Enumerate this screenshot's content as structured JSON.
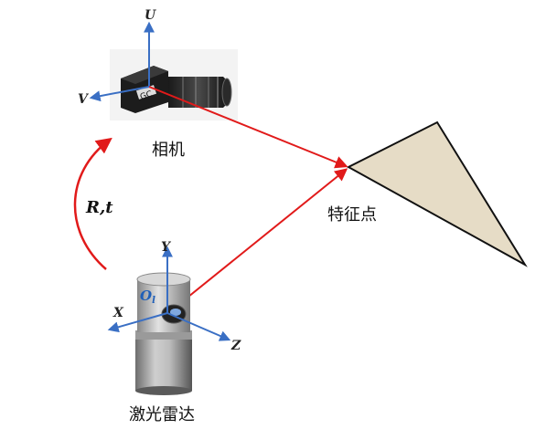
{
  "camera": {
    "label": "相机",
    "axes": {
      "u": "U",
      "v": "V"
    }
  },
  "lidar": {
    "label": "激光雷达",
    "origin": "O",
    "origin_sub": "l",
    "axes": {
      "x": "X",
      "y": "Y",
      "z": "Z"
    }
  },
  "transform": {
    "label": "R,t"
  },
  "feature": {
    "label": "特征点"
  },
  "colors": {
    "axis": "#3a6fc4",
    "ray": "#e11a1a",
    "triangle_fill": "#e6dcc6",
    "triangle_stroke": "#111111"
  }
}
